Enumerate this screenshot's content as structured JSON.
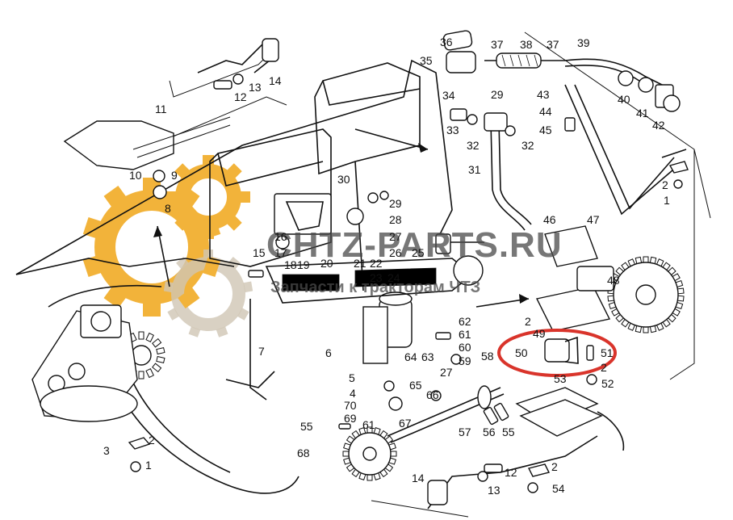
{
  "watermark": {
    "title": "CHTZ-PARTS.RU",
    "subtitle": "Запчасти к тракторам ЧТЗ",
    "gear_color": "#f2b33a",
    "gear_color_2": "#cfc6b4"
  },
  "highlight": {
    "color": "#d9342b",
    "label": "50"
  },
  "labels": [
    {
      "id": "l36",
      "text": "36"
    },
    {
      "id": "l37a",
      "text": "37"
    },
    {
      "id": "l38",
      "text": "38"
    },
    {
      "id": "l37b",
      "text": "37"
    },
    {
      "id": "l39",
      "text": "39"
    },
    {
      "id": "l35",
      "text": "35"
    },
    {
      "id": "l34",
      "text": "34"
    },
    {
      "id": "l29a",
      "text": "29"
    },
    {
      "id": "l43",
      "text": "43"
    },
    {
      "id": "l40",
      "text": "40"
    },
    {
      "id": "l41",
      "text": "41"
    },
    {
      "id": "l42",
      "text": "42"
    },
    {
      "id": "l44",
      "text": "44"
    },
    {
      "id": "l45",
      "text": "45"
    },
    {
      "id": "l33",
      "text": "33"
    },
    {
      "id": "l32a",
      "text": "32"
    },
    {
      "id": "l32b",
      "text": "32"
    },
    {
      "id": "l31",
      "text": "31"
    },
    {
      "id": "l14a",
      "text": "14"
    },
    {
      "id": "l13a",
      "text": "13"
    },
    {
      "id": "l12a",
      "text": "12"
    },
    {
      "id": "l11",
      "text": "11"
    },
    {
      "id": "l10",
      "text": "10"
    },
    {
      "id": "l9",
      "text": "9"
    },
    {
      "id": "l8",
      "text": "8"
    },
    {
      "id": "l30",
      "text": "30"
    },
    {
      "id": "l29b",
      "text": "29"
    },
    {
      "id": "l28",
      "text": "28"
    },
    {
      "id": "l27",
      "text": "27"
    },
    {
      "id": "l26",
      "text": "26"
    },
    {
      "id": "l25",
      "text": "25"
    },
    {
      "id": "l15",
      "text": "15"
    },
    {
      "id": "l16",
      "text": "16"
    },
    {
      "id": "l17",
      "text": "17"
    },
    {
      "id": "l18",
      "text": "18"
    },
    {
      "id": "l19",
      "text": "19"
    },
    {
      "id": "l20",
      "text": "20"
    },
    {
      "id": "l21",
      "text": "21"
    },
    {
      "id": "l22",
      "text": "22"
    },
    {
      "id": "l23",
      "text": "23"
    },
    {
      "id": "l24",
      "text": "24"
    },
    {
      "id": "l2a",
      "text": "2"
    },
    {
      "id": "l1a",
      "text": "1"
    },
    {
      "id": "l46",
      "text": "46"
    },
    {
      "id": "l47",
      "text": "47"
    },
    {
      "id": "l48",
      "text": "48"
    },
    {
      "id": "l62",
      "text": "62"
    },
    {
      "id": "l61a",
      "text": "61"
    },
    {
      "id": "l60",
      "text": "60"
    },
    {
      "id": "l2b",
      "text": "2"
    },
    {
      "id": "l49",
      "text": "49"
    },
    {
      "id": "l50",
      "text": "50"
    },
    {
      "id": "l51",
      "text": "51"
    },
    {
      "id": "l2c",
      "text": "2"
    },
    {
      "id": "l52",
      "text": "52"
    },
    {
      "id": "l7",
      "text": "7"
    },
    {
      "id": "l6",
      "text": "6"
    },
    {
      "id": "l5",
      "text": "5"
    },
    {
      "id": "l64",
      "text": "64"
    },
    {
      "id": "l63",
      "text": "63"
    },
    {
      "id": "l59",
      "text": "59"
    },
    {
      "id": "l58",
      "text": "58"
    },
    {
      "id": "l53",
      "text": "53"
    },
    {
      "id": "l65",
      "text": "65"
    },
    {
      "id": "l27b",
      "text": "27"
    },
    {
      "id": "l66",
      "text": "66"
    },
    {
      "id": "l4",
      "text": "4"
    },
    {
      "id": "l70",
      "text": "70"
    },
    {
      "id": "l69",
      "text": "69"
    },
    {
      "id": "l61b",
      "text": "61"
    },
    {
      "id": "l67",
      "text": "67"
    },
    {
      "id": "l55a",
      "text": "55"
    },
    {
      "id": "l57",
      "text": "57"
    },
    {
      "id": "l56",
      "text": "56"
    },
    {
      "id": "l55b",
      "text": "55"
    },
    {
      "id": "l3",
      "text": "3"
    },
    {
      "id": "l2d",
      "text": "2"
    },
    {
      "id": "l1b",
      "text": "1"
    },
    {
      "id": "l68",
      "text": "68"
    },
    {
      "id": "l14b",
      "text": "14"
    },
    {
      "id": "l13b",
      "text": "13"
    },
    {
      "id": "l12b",
      "text": "12"
    },
    {
      "id": "l2e",
      "text": "2"
    },
    {
      "id": "l54",
      "text": "54"
    }
  ]
}
